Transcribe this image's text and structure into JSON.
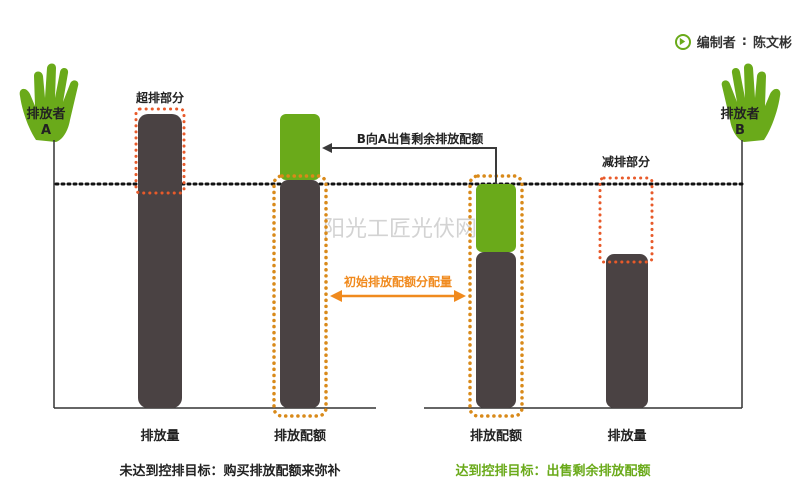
{
  "author": {
    "label": "编制者",
    "name": "陈文彬"
  },
  "watermark": "阳光工匠光伏网",
  "hands": {
    "left": {
      "line1": "排放者",
      "line2": "A"
    },
    "right": {
      "line1": "排放者",
      "line2": "B"
    }
  },
  "labels": {
    "excess": "超排部分",
    "reduced": "减排部分",
    "sell_arrow": "B向A出售剩余排放配额",
    "initial_quota": "初始排放配额分配量"
  },
  "bars": [
    {
      "label": "排放量"
    },
    {
      "label": "排放配额"
    },
    {
      "label": "排放配额"
    },
    {
      "label": "排放量"
    }
  ],
  "captions": {
    "left": "未达到控排目标：购买排放配额来弥补",
    "right": "达到控排目标：出售剩余排放配额"
  },
  "colors": {
    "bar": "#4a4243",
    "green": "#6aaa1a",
    "dot_red": "#e85a2a",
    "dot_orange": "#d98a1a",
    "arrow_orange": "#f08a1e",
    "arrow_dark": "#3a3a3a"
  }
}
